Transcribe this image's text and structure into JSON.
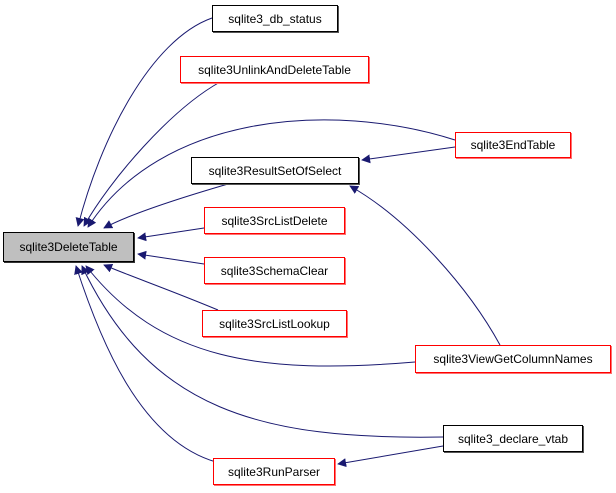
{
  "diagram": {
    "type": "call-graph",
    "edge_color": "#191970",
    "root": {
      "id": "root",
      "label": "sqlite3DeleteTable",
      "fill": "#bfbfbf",
      "border": "#000000"
    },
    "nodes": [
      {
        "id": "db_status",
        "label": "sqlite3_db_status",
        "border": "#000000"
      },
      {
        "id": "unlink",
        "label": "sqlite3UnlinkAndDeleteTable",
        "border": "#ff0000"
      },
      {
        "id": "endtable",
        "label": "sqlite3EndTable",
        "border": "#ff0000"
      },
      {
        "id": "resultset",
        "label": "sqlite3ResultSetOfSelect",
        "border": "#000000"
      },
      {
        "id": "srclistdelete",
        "label": "sqlite3SrcListDelete",
        "border": "#ff0000"
      },
      {
        "id": "schemaclear",
        "label": "sqlite3SchemaClear",
        "border": "#ff0000"
      },
      {
        "id": "srclistlookup",
        "label": "sqlite3SrcListLookup",
        "border": "#ff0000"
      },
      {
        "id": "viewgetcol",
        "label": "sqlite3ViewGetColumnNames",
        "border": "#ff0000"
      },
      {
        "id": "declarevtab",
        "label": "sqlite3_declare_vtab",
        "border": "#000000"
      },
      {
        "id": "runparser",
        "label": "sqlite3RunParser",
        "border": "#ff0000"
      }
    ],
    "edges": [
      {
        "from": "db_status",
        "to": "root"
      },
      {
        "from": "unlink",
        "to": "root"
      },
      {
        "from": "endtable",
        "to": "root"
      },
      {
        "from": "resultset",
        "to": "root"
      },
      {
        "from": "srclistdelete",
        "to": "root"
      },
      {
        "from": "schemaclear",
        "to": "root"
      },
      {
        "from": "srclistlookup",
        "to": "root"
      },
      {
        "from": "viewgetcol",
        "to": "root"
      },
      {
        "from": "declarevtab",
        "to": "root"
      },
      {
        "from": "runparser",
        "to": "root"
      },
      {
        "from": "endtable",
        "to": "resultset"
      },
      {
        "from": "viewgetcol",
        "to": "resultset"
      },
      {
        "from": "declarevtab",
        "to": "runparser"
      }
    ]
  }
}
